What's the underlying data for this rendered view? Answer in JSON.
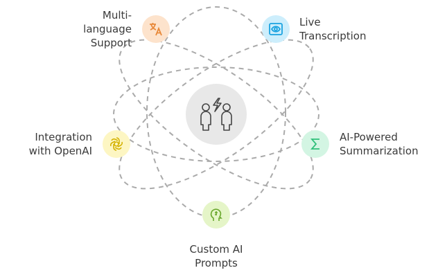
{
  "center": {
    "icon": "people-lightning-icon"
  },
  "features": [
    {
      "label": "Multi-\nlanguage\nSupport",
      "icon": "translate-icon",
      "bg": "#fde3cc",
      "fg": "#e8893a"
    },
    {
      "label": "Live\nTranscription",
      "icon": "eye-scan-icon",
      "bg": "#cdeefc",
      "fg": "#1aa3e0"
    },
    {
      "label": "Integration\nwith OpenAI",
      "icon": "openai-icon",
      "bg": "#fdf6c3",
      "fg": "#d4b200"
    },
    {
      "label": "AI-Powered\nSummarization",
      "icon": "sigma-icon",
      "bg": "#d3f5e3",
      "fg": "#2fbf7a"
    },
    {
      "label": "Custom AI\nPrompts",
      "icon": "head-brain-icon",
      "bg": "#e5f5c8",
      "fg": "#6aa82e"
    }
  ]
}
